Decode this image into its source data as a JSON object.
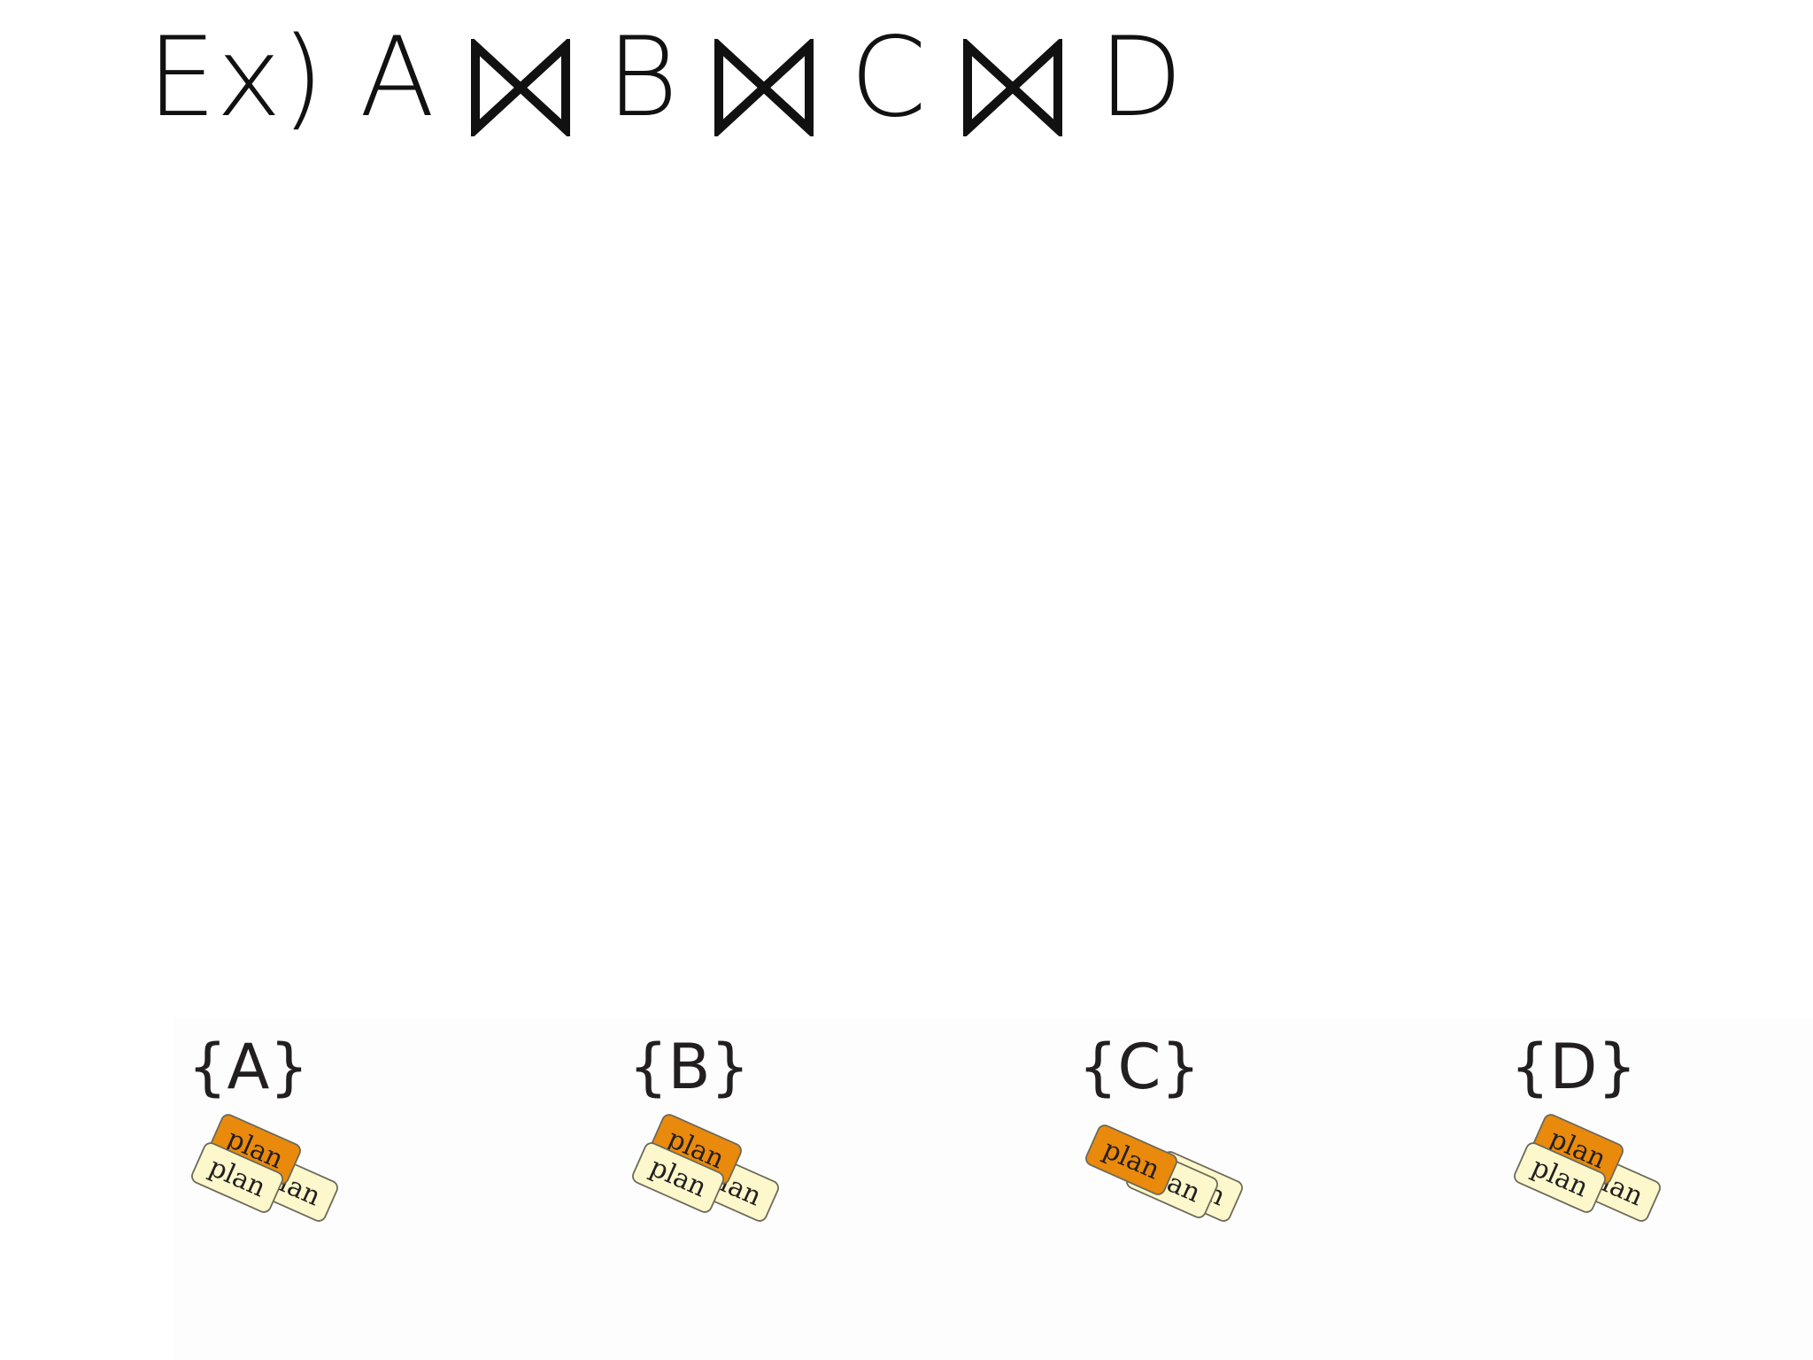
{
  "title": {
    "prefix": "Ex)",
    "relations": [
      "A",
      "B",
      "C",
      "D"
    ],
    "operator_icon": "bowtie-join-icon"
  },
  "groups": [
    {
      "label": "{A}",
      "front": "cream",
      "plan_labels": [
        "plan",
        "plan",
        "plan"
      ]
    },
    {
      "label": "{B}",
      "front": "cream",
      "plan_labels": [
        "plan",
        "plan",
        "plan"
      ]
    },
    {
      "label": "{C}",
      "front": "orange",
      "plan_labels": [
        "plan",
        "plan",
        "plan"
      ]
    },
    {
      "label": "{D}",
      "front": "cream",
      "plan_labels": [
        "plan",
        "plan",
        "plan"
      ]
    }
  ],
  "colors": {
    "orange": "#e98a0c",
    "cream": "#fcf8cc",
    "text": "#231f20",
    "title": "#111111"
  }
}
